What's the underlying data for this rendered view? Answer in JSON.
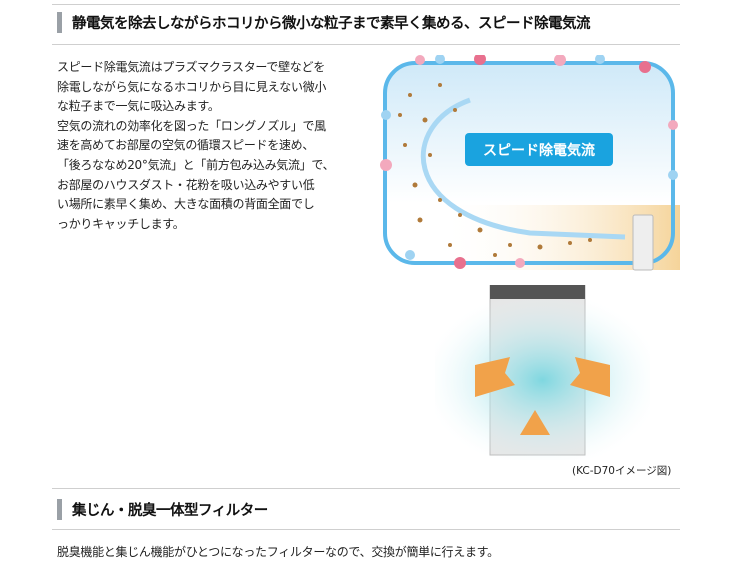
{
  "section1": {
    "heading": "静電気を除去しながらホコリから微小な粒子まで素早く集める、スピード除電気流",
    "body": "スピード除電気流はプラズマクラスターで壁などを\n除電しながら気になるホコリから目に見えない微小\nな粒子まで一気に吸込みます。\n空気の流れの効率化を図った「ロングノズル」で風\n速を高めてお部屋の空気の循環スピードを速め、\n「後ろななめ20°気流」と「前方包み込み気流」で、\nお部屋のハウスダスト・花粉を吸い込みやすい低\nい場所に素早く集め、大きな面積の背面全面でし\nっかりキャッチします。",
    "diagram_label": "スピード除電気流",
    "caption": "(KC-D70イメージ図)"
  },
  "section2": {
    "heading": "集じん・脱臭一体型フィルター",
    "body": "脱臭機能と集じん機能がひとつになったフィルターなので、交換が簡単に行えます。"
  },
  "colors": {
    "accent_blue": "#1aa3df",
    "flow_line": "#5bb8ea",
    "dust": "#b07a3a",
    "plus_ion": "#e8708e",
    "heading_bar": "#9aa0a6"
  }
}
